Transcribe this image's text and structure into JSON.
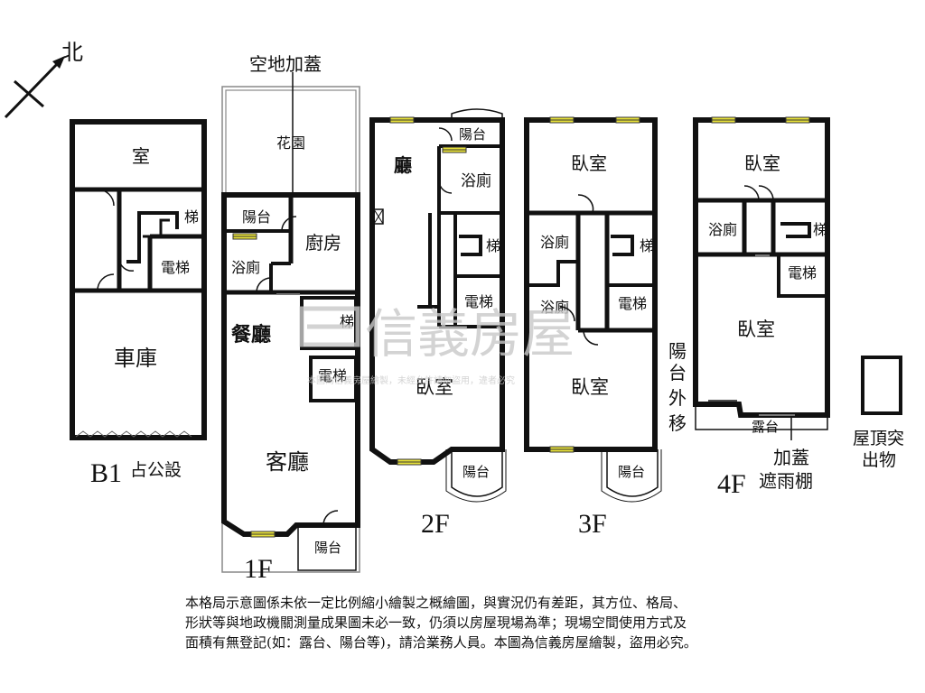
{
  "compass": {
    "north": "北"
  },
  "floors": {
    "b1": {
      "name": "B1",
      "extra": "占公設",
      "rooms": [
        "室",
        "梯",
        "電梯",
        "車庫"
      ]
    },
    "f1": {
      "name": "1F",
      "top_label": "空地加蓋",
      "rooms": [
        "花園",
        "陽台",
        "廚房",
        "浴廁",
        "餐廳",
        "梯",
        "電梯",
        "客廳",
        "陽台"
      ]
    },
    "f2": {
      "name": "2F",
      "rooms": [
        "陽台",
        "廳",
        "浴廁",
        "梯",
        "電梯",
        "臥室",
        "陽台"
      ]
    },
    "f3": {
      "name": "3F",
      "rooms": [
        "臥室",
        "浴廁",
        "梯",
        "浴廁",
        "電梯",
        "臥室",
        "陽台"
      ]
    },
    "f4": {
      "name": "4F",
      "rooms": [
        "臥室",
        "浴廁",
        "梯",
        "電梯",
        "臥室",
        "露台"
      ],
      "side_label": [
        "陽",
        "台",
        "外",
        "移"
      ],
      "bottom_label": [
        "加蓋",
        "遮雨棚"
      ]
    },
    "roof": {
      "label": [
        "屋頂突",
        "出物"
      ]
    }
  },
  "watermark": {
    "brand": "信義房屋",
    "fine": "本圖為信義房屋繪製，未經允許請勿盜用，違者必究"
  },
  "disclaimer": [
    "本格局示意圖係未依一定比例縮小繪製之概繪圖，與實況仍有差距，其方位、格局、",
    "形狀等與地政機關測量成果圖未必一致，仍須以房屋現場為準；現場空間使用方式及",
    "面積有無登記(如：露台、陽台等)，請洽業務人員。本圖為信義房屋繪製，盜用必究。"
  ]
}
